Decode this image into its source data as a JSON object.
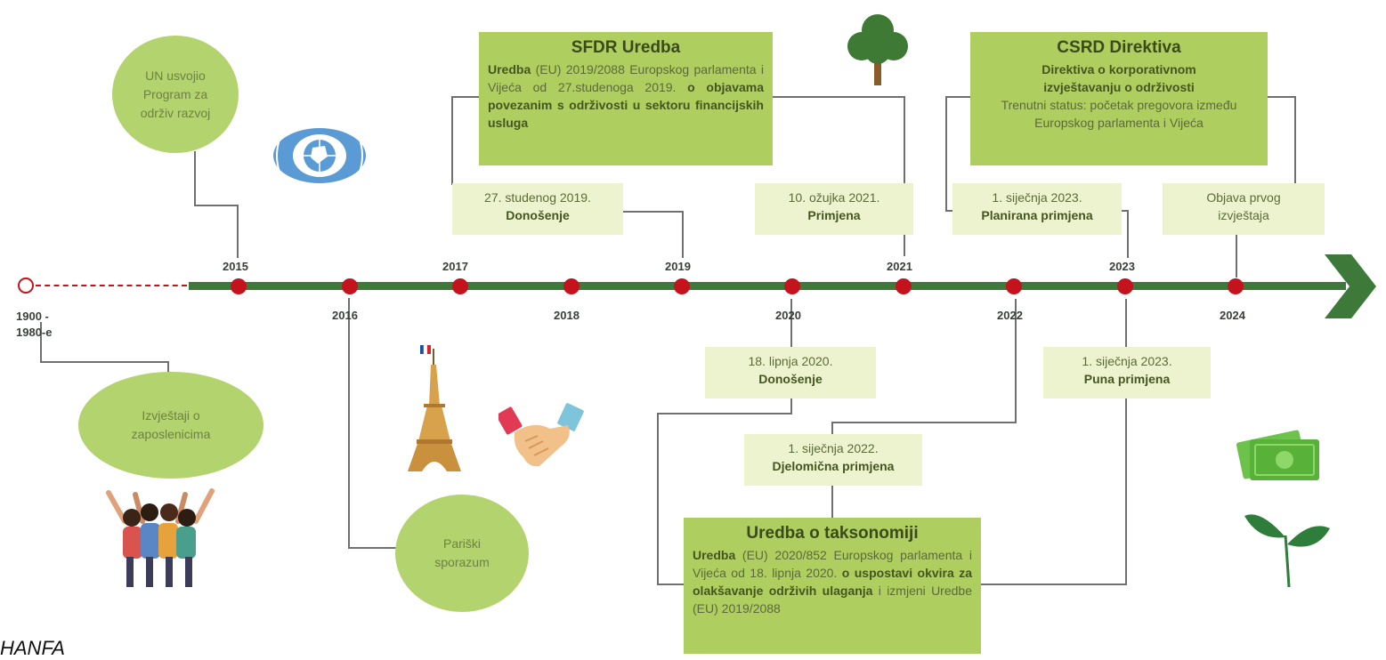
{
  "axis": {
    "start_label": "1900 - 1980-e",
    "years": [
      "2015",
      "2016",
      "2017",
      "2018",
      "2019",
      "2020",
      "2021",
      "2022",
      "2023",
      "2024"
    ]
  },
  "ovals": {
    "un": "UN usvojio Program za održiv razvoj",
    "reports": "Izvještaji o zaposlenicima",
    "paris": "Pariški sporazum"
  },
  "sfdr": {
    "title": "SFDR Uredba",
    "body_lead": "Uredba",
    "body_text": " (EU) 2019/2088 Europskog parlamenta i Vijeća od 27.studenoga 2019. ",
    "body_bold": "o objavama povezanim s održivosti u sektoru financijskih usluga"
  },
  "csrd": {
    "title": "CSRD Direktiva",
    "subtitle": "Direktiva o korporativnom izvještavanju o održivosti",
    "status": "Trenutni status: početak pregovora između Europskog parlamenta i Vijeća"
  },
  "taxonomy": {
    "title": "Uredba o taksonomiji",
    "body_lead": "Uredba",
    "body_text": " (EU) 2020/852 Europskog parlamenta i Vijeća od 18. lipnja 2020. ",
    "body_bold": "o uspostavi okvira za olakšavanje održivih ulaganja",
    "body_tail": " i izmjeni Uredbe (EU) 2019/2088"
  },
  "events": {
    "sfdr_adopt": {
      "date": "27. studenog 2019.",
      "label": "Donošenje"
    },
    "sfdr_apply": {
      "date": "10. ožujka 2021.",
      "label": "Primjena"
    },
    "csrd_plan": {
      "date": "1. siječnja 2023.",
      "label": "Planirana primjena"
    },
    "csrd_report": {
      "date": "Objava prvog",
      "label": "izvještaja"
    },
    "tax_adopt": {
      "date": "18. lipnja 2020.",
      "label": "Donošenje"
    },
    "tax_partial": {
      "date": "1. siječnja 2022.",
      "label": "Djelomična primjena"
    },
    "tax_full": {
      "date": "1. siječnja 2023.",
      "label": "Puna primjena"
    }
  },
  "source": "HANFA",
  "colors": {
    "axis": "#3d7a3a",
    "dot": "#c4131d",
    "oval": "#b2d36e",
    "box": "#aece5f",
    "pale_box": "#eef3cf"
  }
}
